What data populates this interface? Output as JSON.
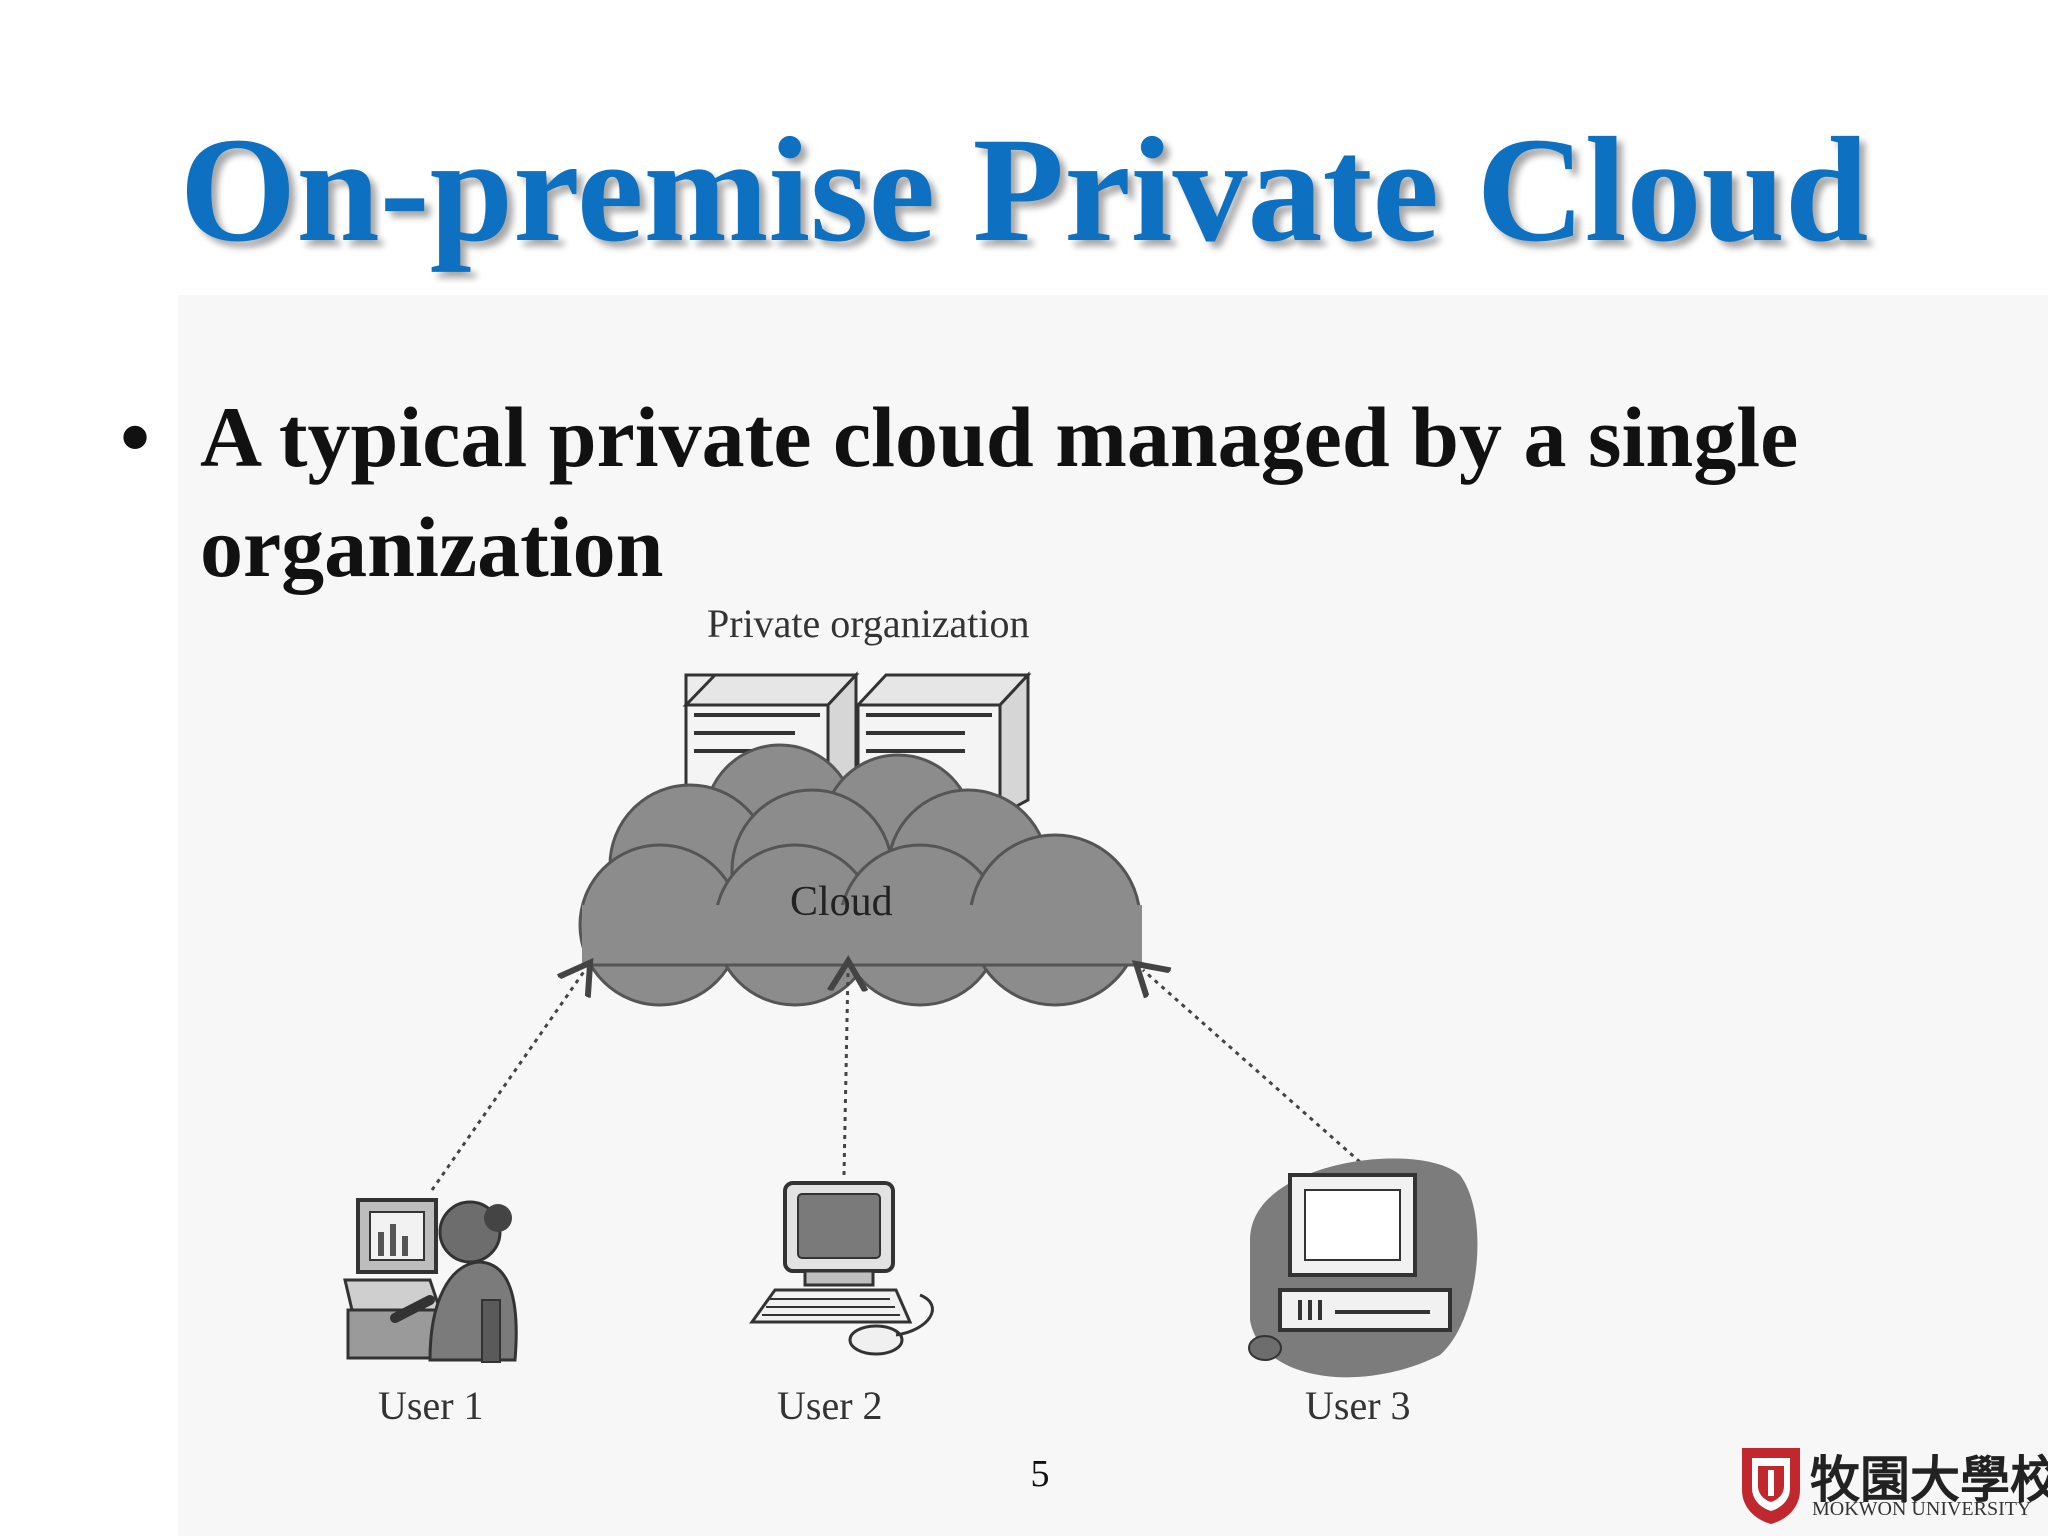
{
  "slide": {
    "title": "On-premise Private Cloud",
    "bullet_marker": "•",
    "bullet_text": "A typical private cloud managed by a single organization",
    "page_number": "5"
  },
  "diagram": {
    "organization_label": "Private organization",
    "cloud_label": "Cloud",
    "users": [
      {
        "label": "User 1"
      },
      {
        "label": "User 2"
      },
      {
        "label": "User 3"
      }
    ]
  },
  "logo": {
    "name_cjk": "牧園大學校",
    "name_en": "MOKWON UNIVERSITY",
    "accent_color": "#c0282e"
  },
  "colors": {
    "title": "#0d70c0",
    "cloud_fill": "#8c8c8c",
    "text": "#111111"
  }
}
